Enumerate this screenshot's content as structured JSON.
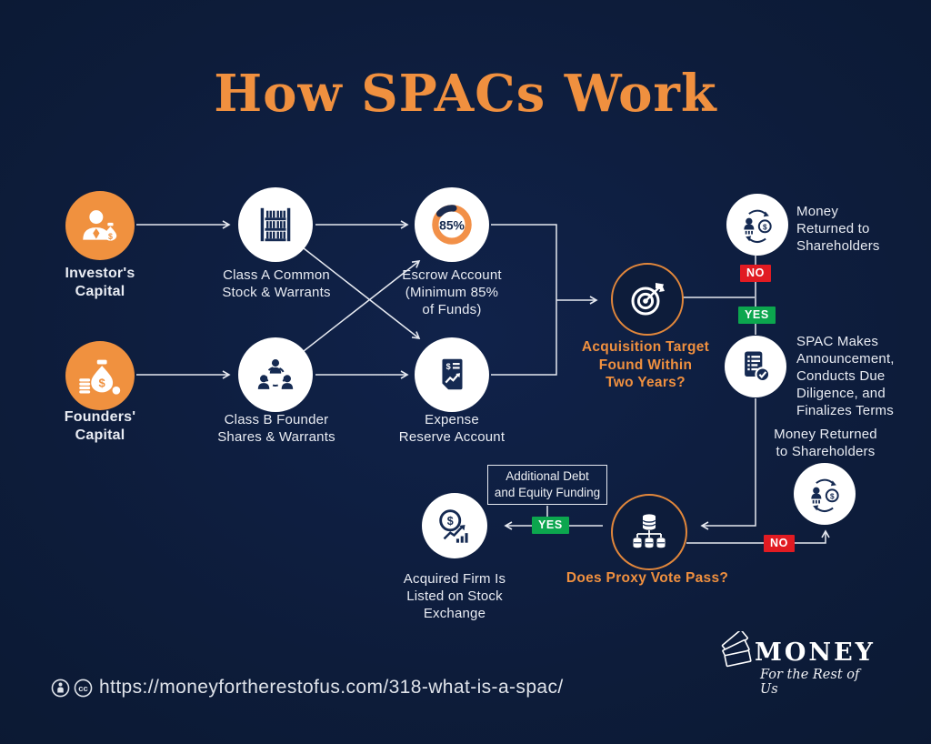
{
  "title": "How SPACs Work",
  "colors": {
    "background": "#0d1c3a",
    "accent_orange": "#f0913f",
    "badge_red": "#e11b22",
    "badge_green": "#0ca64e",
    "line": "#e6e9f0",
    "icon_navy": "#152a52",
    "text_light": "#e9ecf3"
  },
  "nodes": {
    "investor": {
      "label": "Investor's\nCapital",
      "icon": "person-moneybag-icon"
    },
    "founders": {
      "label": "Founders'\nCapital",
      "icon": "moneybag-coins-icon"
    },
    "class_a": {
      "label": "Class A Common\nStock & Warrants",
      "icon": "stock-certificates-icon"
    },
    "class_b": {
      "label": "Class B Founder\nShares & Warrants",
      "icon": "people-network-icon"
    },
    "escrow": {
      "label": "Escrow Account\n(Minimum 85%\nof Funds)",
      "gauge_value": "85%",
      "icon": "gauge-85-icon"
    },
    "expense": {
      "label": "Expense\nReserve Account",
      "icon": "expense-document-icon"
    },
    "target": {
      "label": "Acquisition Target\nFound Within\nTwo Years?",
      "icon": "target-dart-icon"
    },
    "money_returned_top": {
      "label": "Money\nReturned to\nShareholders",
      "icon": "money-cycle-icon"
    },
    "spac": {
      "label": "SPAC Makes\nAnnouncement,\nConducts Due\nDiligence, and\nFinalizes Terms",
      "icon": "document-check-icon"
    },
    "money_returned_bottom": {
      "label": "Money Returned\nto  Shareholders",
      "icon": "money-cycle-icon"
    },
    "proxy": {
      "label": "Does Proxy Vote Pass?",
      "icon": "coins-distribution-icon"
    },
    "acquired": {
      "label": "Acquired Firm Is\nListed on Stock\nExchange",
      "icon": "coin-growth-icon"
    },
    "debt_box": {
      "label": "Additional Debt\nand Equity Funding"
    }
  },
  "badges": {
    "no_top": "NO",
    "yes_top": "YES",
    "yes_left": "YES",
    "no_bottom": "NO"
  },
  "footer": {
    "icons": [
      "cc-attribution-icon",
      "cc-icon"
    ],
    "url": "https://moneyfortherestofus.com/318-what-is-a-spac/"
  },
  "logo": {
    "icon": "fanned-bills-icon",
    "name": "MONEY",
    "tagline": "For the Rest of Us"
  }
}
